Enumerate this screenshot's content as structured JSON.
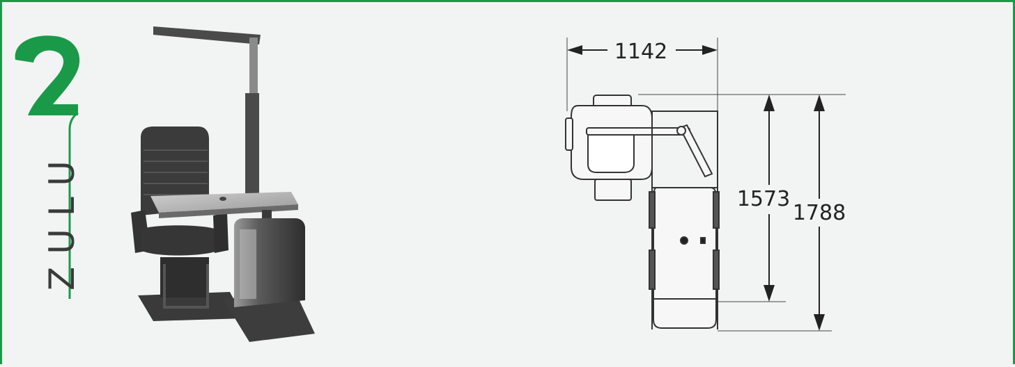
{
  "brand": {
    "wordmark": "ZULU",
    "logo_digit": "2",
    "accent_color": "#1a9a49",
    "text_color": "#3a3a3a"
  },
  "product_photo": {
    "subject": "chair-icon"
  },
  "plan_view": {
    "dimensions": {
      "width": "1142",
      "inner_depth": "1573",
      "outer_depth": "1788"
    }
  }
}
